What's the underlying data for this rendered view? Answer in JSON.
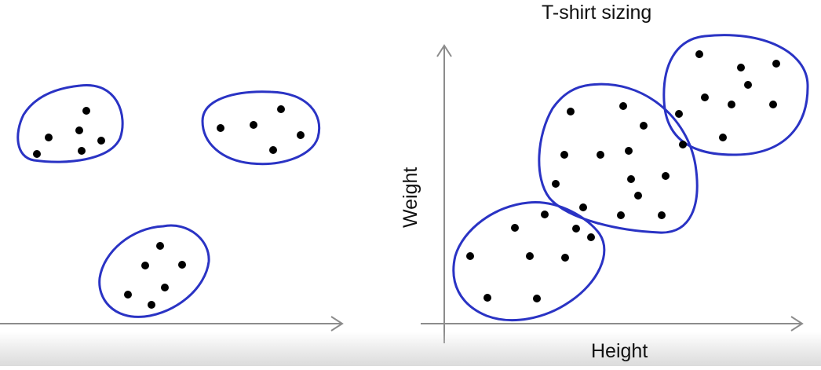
{
  "diagram": {
    "title": "T-shirt sizing",
    "xlabel": "Height",
    "ylabel": "Weight"
  },
  "colors": {
    "cluster_outline": "#2a33c4",
    "axis": "#8c8c8c",
    "point": "#000000"
  }
}
